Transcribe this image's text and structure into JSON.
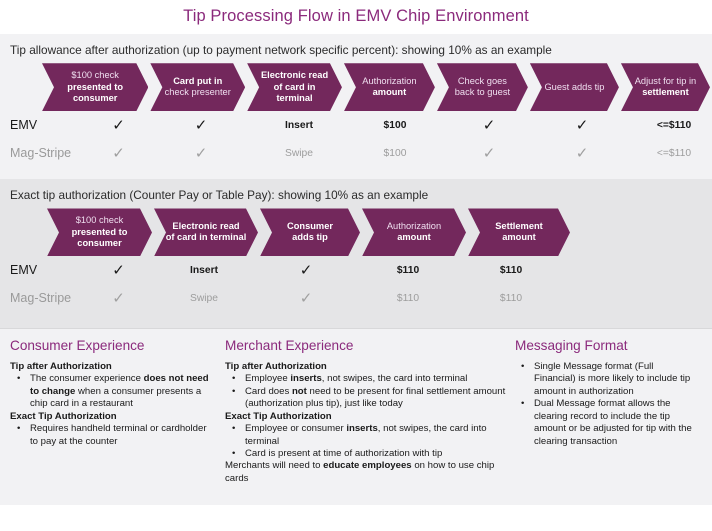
{
  "title": "Tip Processing Flow in EMV Chip Environment",
  "theme": {
    "title_color": "#8B2A7C",
    "chevron_color": "#73285C",
    "band1_bg": "#F2F2F4",
    "band2_bg": "#E5E5E7",
    "muted_text": "#9d9d9d",
    "dark_text": "#1a1a1a"
  },
  "section1": {
    "heading": "Tip allowance after authorization (up to payment network specific percent): showing 10% as an example",
    "steps": [
      {
        "line1": "$100 check",
        "line2": "presented to",
        "line3": "consumer",
        "l1_bold": false,
        "l2_bold": true,
        "l3_bold": true
      },
      {
        "line1": "Card put in",
        "line2": "check presenter",
        "l1_bold": true,
        "l2_bold": false
      },
      {
        "line1": "Electronic read",
        "line2": "of card in terminal",
        "l1_bold": true,
        "l2_bold": true
      },
      {
        "line1": "Authorization",
        "line2": "amount",
        "l1_bold": false,
        "l2_bold": true
      },
      {
        "line1": "Check goes",
        "line2": "back to guest",
        "l1_bold": false,
        "l2_bold": false
      },
      {
        "line1": "Guest adds tip",
        "l1_bold": false
      },
      {
        "line1": "Adjust for tip in",
        "line2": "settlement",
        "l1_bold": false,
        "l2_bold": true
      }
    ],
    "rows": [
      {
        "label": "EMV",
        "style": "emv",
        "cells": [
          "check",
          "check",
          "Insert",
          "$100",
          "check",
          "check",
          "<=$110"
        ]
      },
      {
        "label": "Mag-Stripe",
        "style": "mag",
        "cells": [
          "check",
          "check",
          "Swipe",
          "$100",
          "check",
          "check",
          "<=$110"
        ]
      }
    ]
  },
  "section2": {
    "heading": "Exact tip authorization (Counter Pay or Table Pay): showing 10% as an example",
    "steps": [
      {
        "line1": "$100 check",
        "line2": "presented to",
        "line3": "consumer",
        "l1_bold": false,
        "l2_bold": true,
        "l3_bold": true
      },
      {
        "line1": "Electronic read",
        "line2": "of card in terminal",
        "l1_bold": true,
        "l2_bold": true
      },
      {
        "line1": "Consumer",
        "line2": "adds tip",
        "l1_bold": true,
        "l2_bold": true
      },
      {
        "line1": "Authorization",
        "line2": "amount",
        "l1_bold": false,
        "l2_bold": true
      },
      {
        "line1": "Settlement",
        "line2": "amount",
        "l1_bold": true,
        "l2_bold": true
      }
    ],
    "rows": [
      {
        "label": "EMV",
        "style": "emv",
        "cells": [
          "check",
          "Insert",
          "check",
          "$110",
          "$110"
        ]
      },
      {
        "label": "Mag-Stripe",
        "style": "mag",
        "cells": [
          "check",
          "Swipe",
          "check",
          "$110",
          "$110"
        ]
      }
    ]
  },
  "bottom": {
    "consumer": {
      "heading": "Consumer Experience",
      "sub1": "Tip after Authorization",
      "b1_pre": "The consumer experience ",
      "b1_bold": "does not need to change",
      "b1_post": " when a consumer presents a chip card in a restaurant",
      "sub2": "Exact Tip Authorization",
      "b2": "Requires handheld terminal or cardholder to pay at the counter"
    },
    "merchant": {
      "heading": "Merchant Experience",
      "sub1": "Tip after Authorization",
      "b1_pre": "Employee ",
      "b1_bold": "inserts",
      "b1_post": ", not swipes, the card into terminal",
      "b2_pre": "Card does ",
      "b2_bold": "not",
      "b2_post": " need to be present for final settlement amount (authorization plus tip), just like today",
      "sub2": "Exact Tip Authorization",
      "b3_pre": "Employee or consumer ",
      "b3_bold": "inserts",
      "b3_post": ", not swipes, the card into terminal",
      "b4": "Card is present at time of authorization with tip",
      "tail_pre": "Merchants will need to ",
      "tail_bold": "educate employees",
      "tail_post": " on how to use chip cards"
    },
    "messaging": {
      "heading": "Messaging Format",
      "b1": "Single Message format (Full Financial) is more likely to include tip amount in authorization",
      "b2": "Dual Message format allows the clearing record to include the tip amount or be adjusted for tip with the clearing transaction"
    }
  }
}
